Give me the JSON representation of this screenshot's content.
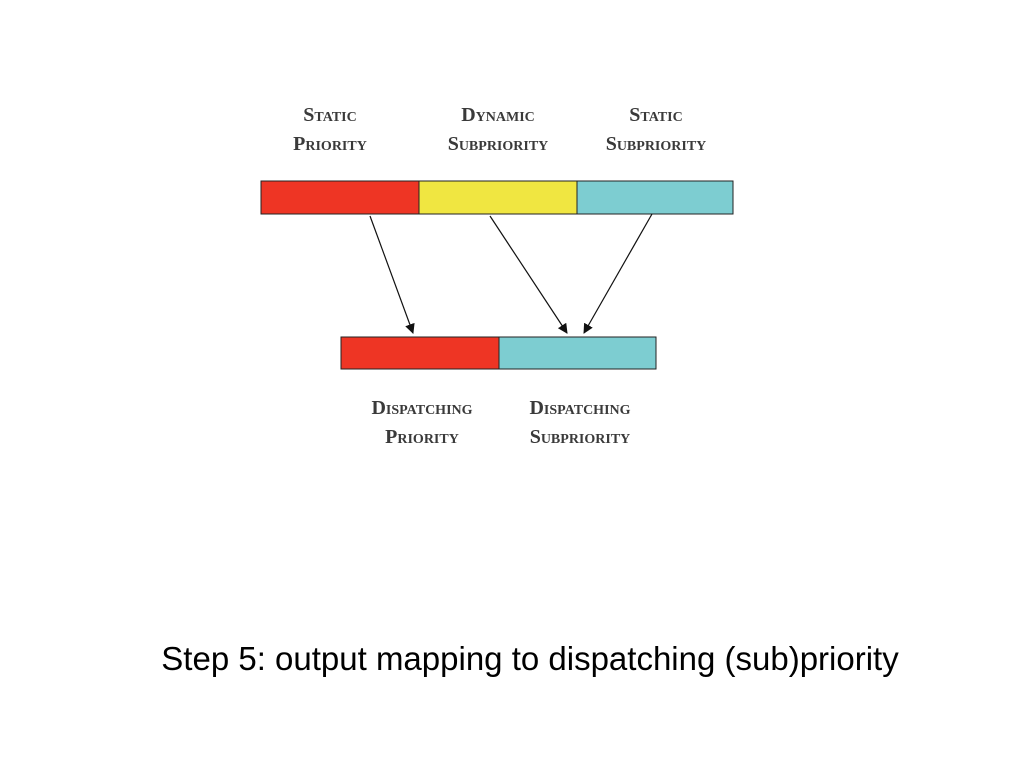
{
  "top_labels": [
    {
      "line1": "Static",
      "line2": "Priority"
    },
    {
      "line1": "Dynamic",
      "line2": "Subpriority"
    },
    {
      "line1": "Static",
      "line2": "Subpriority"
    }
  ],
  "bottom_labels": [
    {
      "line1": "Dispatching",
      "line2": "Priority"
    },
    {
      "line1": "Dispatching",
      "line2": "Subpriority"
    }
  ],
  "colors": {
    "red": "#ee3524",
    "yellow": "#f0e641",
    "cyan": "#7dcdd1",
    "stroke": "#222222"
  },
  "caption": "Step 5: output mapping to dispatching (sub)priority"
}
